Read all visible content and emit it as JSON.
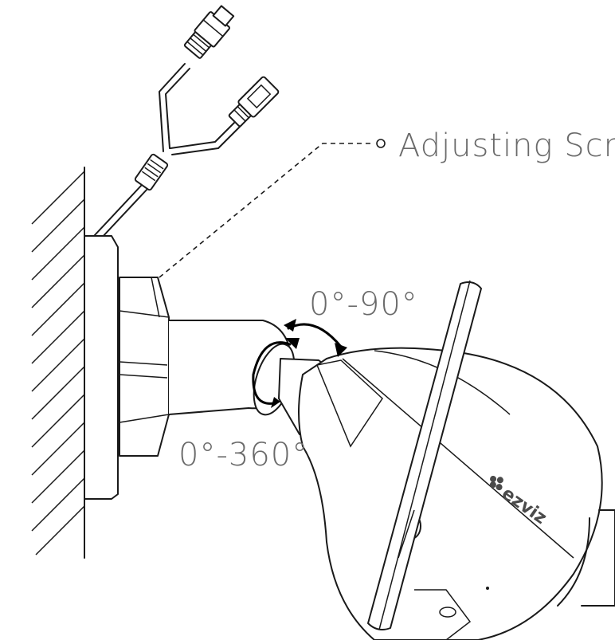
{
  "labels": {
    "adjusting_screw": "Adjusting Screw",
    "tilt_range": "0°-90°",
    "rotation_range": "0°-360°"
  },
  "brand": {
    "logo_text": "ezviz"
  }
}
